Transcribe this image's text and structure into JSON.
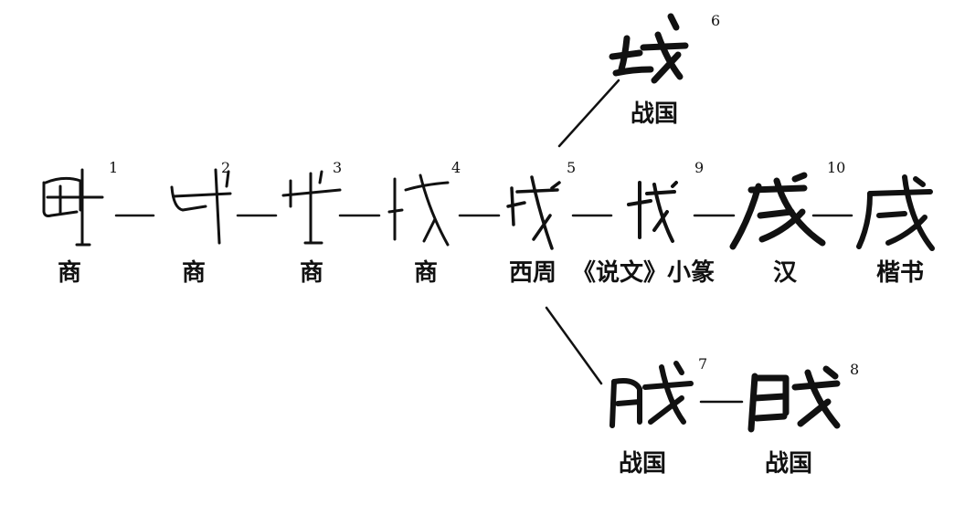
{
  "stages": [
    {
      "num": "1",
      "label": "商",
      "glyph": "stage-1-glyph"
    },
    {
      "num": "2",
      "label": "商",
      "glyph": "stage-2-glyph"
    },
    {
      "num": "3",
      "label": "商",
      "glyph": "stage-3-glyph"
    },
    {
      "num": "4",
      "label": "商",
      "glyph": "stage-4-glyph"
    },
    {
      "num": "5",
      "label": "西周",
      "glyph": "stage-5-glyph"
    },
    {
      "num": "9",
      "label": "《说文》小篆",
      "glyph": "stage-9-glyph"
    },
    {
      "num": "10",
      "label": "汉",
      "glyph": "stage-10-glyph"
    },
    {
      "num": "",
      "label": "楷书",
      "glyph": "stage-kaishu-glyph"
    }
  ],
  "branch_top": {
    "num": "6",
    "label": "战国",
    "glyph": "stage-6-glyph"
  },
  "branch_bottom": [
    {
      "num": "7",
      "label": "战国",
      "glyph": "stage-7-glyph"
    },
    {
      "num": "8",
      "label": "战国",
      "glyph": "stage-8-glyph"
    }
  ],
  "colors": {
    "ink": "#111111",
    "background": "#ffffff"
  }
}
